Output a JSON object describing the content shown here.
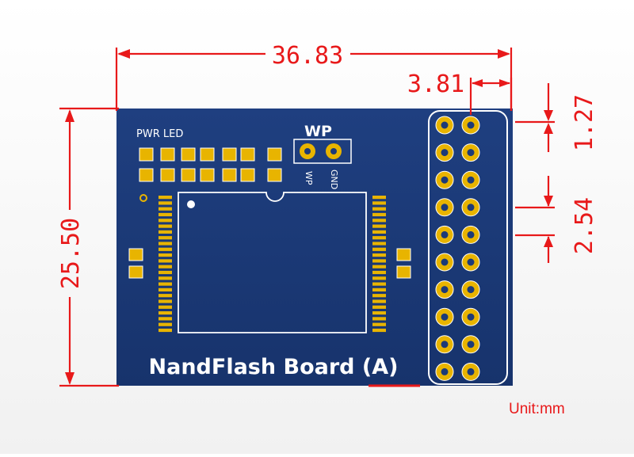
{
  "board": {
    "title": "NandFlash Board (A)",
    "pwr_led_label": "PWR LED",
    "wp_label": "WP",
    "pin_wp_label": "WP",
    "pin_gnd_label": "GND"
  },
  "dimensions": {
    "width": "36.83",
    "height": "25.50",
    "pin_row_offset": "3.81",
    "edge_offset": "1.27",
    "pin_pitch": "2.54"
  },
  "unit_label": "Unit:mm",
  "colors": {
    "dimension_lines": "#e8191a",
    "board": "#1c3a78",
    "pads": "#e8b400"
  }
}
